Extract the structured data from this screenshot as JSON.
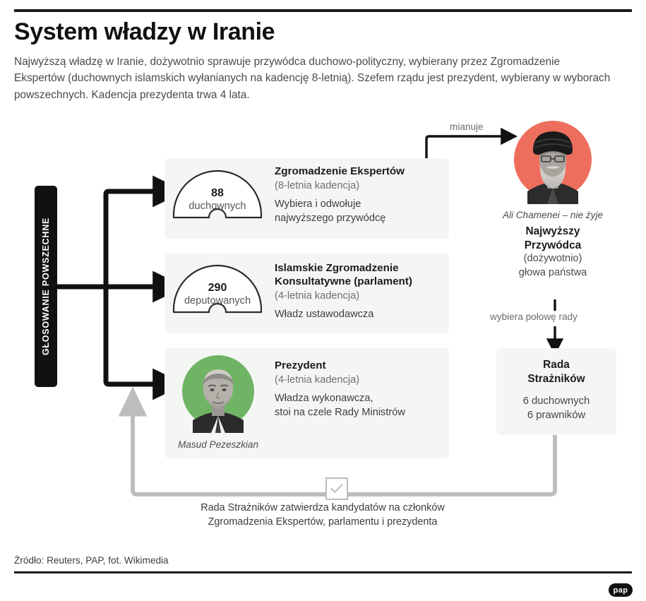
{
  "header": {
    "title": "System władzy w Iranie",
    "standfirst": "Najwyższą władzę w Iranie, dożywotnio sprawuje przywódca duchowo-polityczny, wybierany przez Zgromadzenie Ekspertów (duchownych islamskich wyłanianych na kadencję 8-letnią). Szefem rządu jest prezydent, wybierany w wyborach powszechnych. Kadencja prezydenta trwa 4 lata."
  },
  "vote_bar": {
    "label": "GŁOSOWANIE POWSZECHNE"
  },
  "nodes": {
    "experts": {
      "figure_number": "88",
      "figure_label": "duchownych",
      "title": "Zgromadzenie Ekspertów",
      "term": "(8-letnia kadencja)",
      "desc_line1": "Wybiera i odwołuje",
      "desc_line2": "najwyższego przywódcę"
    },
    "parliament": {
      "figure_number": "290",
      "figure_label": "deputowanych",
      "title_line1": "Islamskie Zgromadzenie",
      "title_line2": "Konsultatywne (parlament)",
      "term": "(4-letnia kadencja)",
      "desc_line1": "Władz ustawodawcza"
    },
    "president": {
      "title": "Prezydent",
      "term": "(4-letnia kadencja)",
      "desc_line1": "Władza wykonawcza,",
      "desc_line2": "stoi na czele Rady Ministrów",
      "portrait_caption": "Masud Pezeszkian"
    },
    "leader": {
      "portrait_caption": "Ali Chamenei – nie żyje",
      "role_line1": "Najwyższy",
      "role_line2": "Przywódca",
      "note_line1": "(dożywotnio)",
      "note_line2": "głowa państwa"
    },
    "council": {
      "title_line1": "Rada",
      "title_line2": "Strażników",
      "line1": "6 duchownych",
      "line2": "6 prawników"
    }
  },
  "edges": {
    "appoints": "mianuje",
    "picks_half": "wybiera połowę rady"
  },
  "footnote": {
    "line1": "Rada Strażników zatwierdza kandydatów na członków",
    "line2": "Zgromadzenia Ekspertów, parlamentu i prezydenta"
  },
  "icons": {
    "check": "check-icon",
    "hemicycle": "hemicycle-icon"
  },
  "footer": {
    "source": "Źródło: Reuters, PAP, fot. Wikimedia",
    "logo": "pap"
  },
  "colors": {
    "leader_halo": "#ee6e5e",
    "president_halo": "#6fb464",
    "panel_bg": "#f4f6f4",
    "arrow_black": "#111111",
    "arrow_gray": "#bdbdbd",
    "ink": "#1b1b1b"
  }
}
